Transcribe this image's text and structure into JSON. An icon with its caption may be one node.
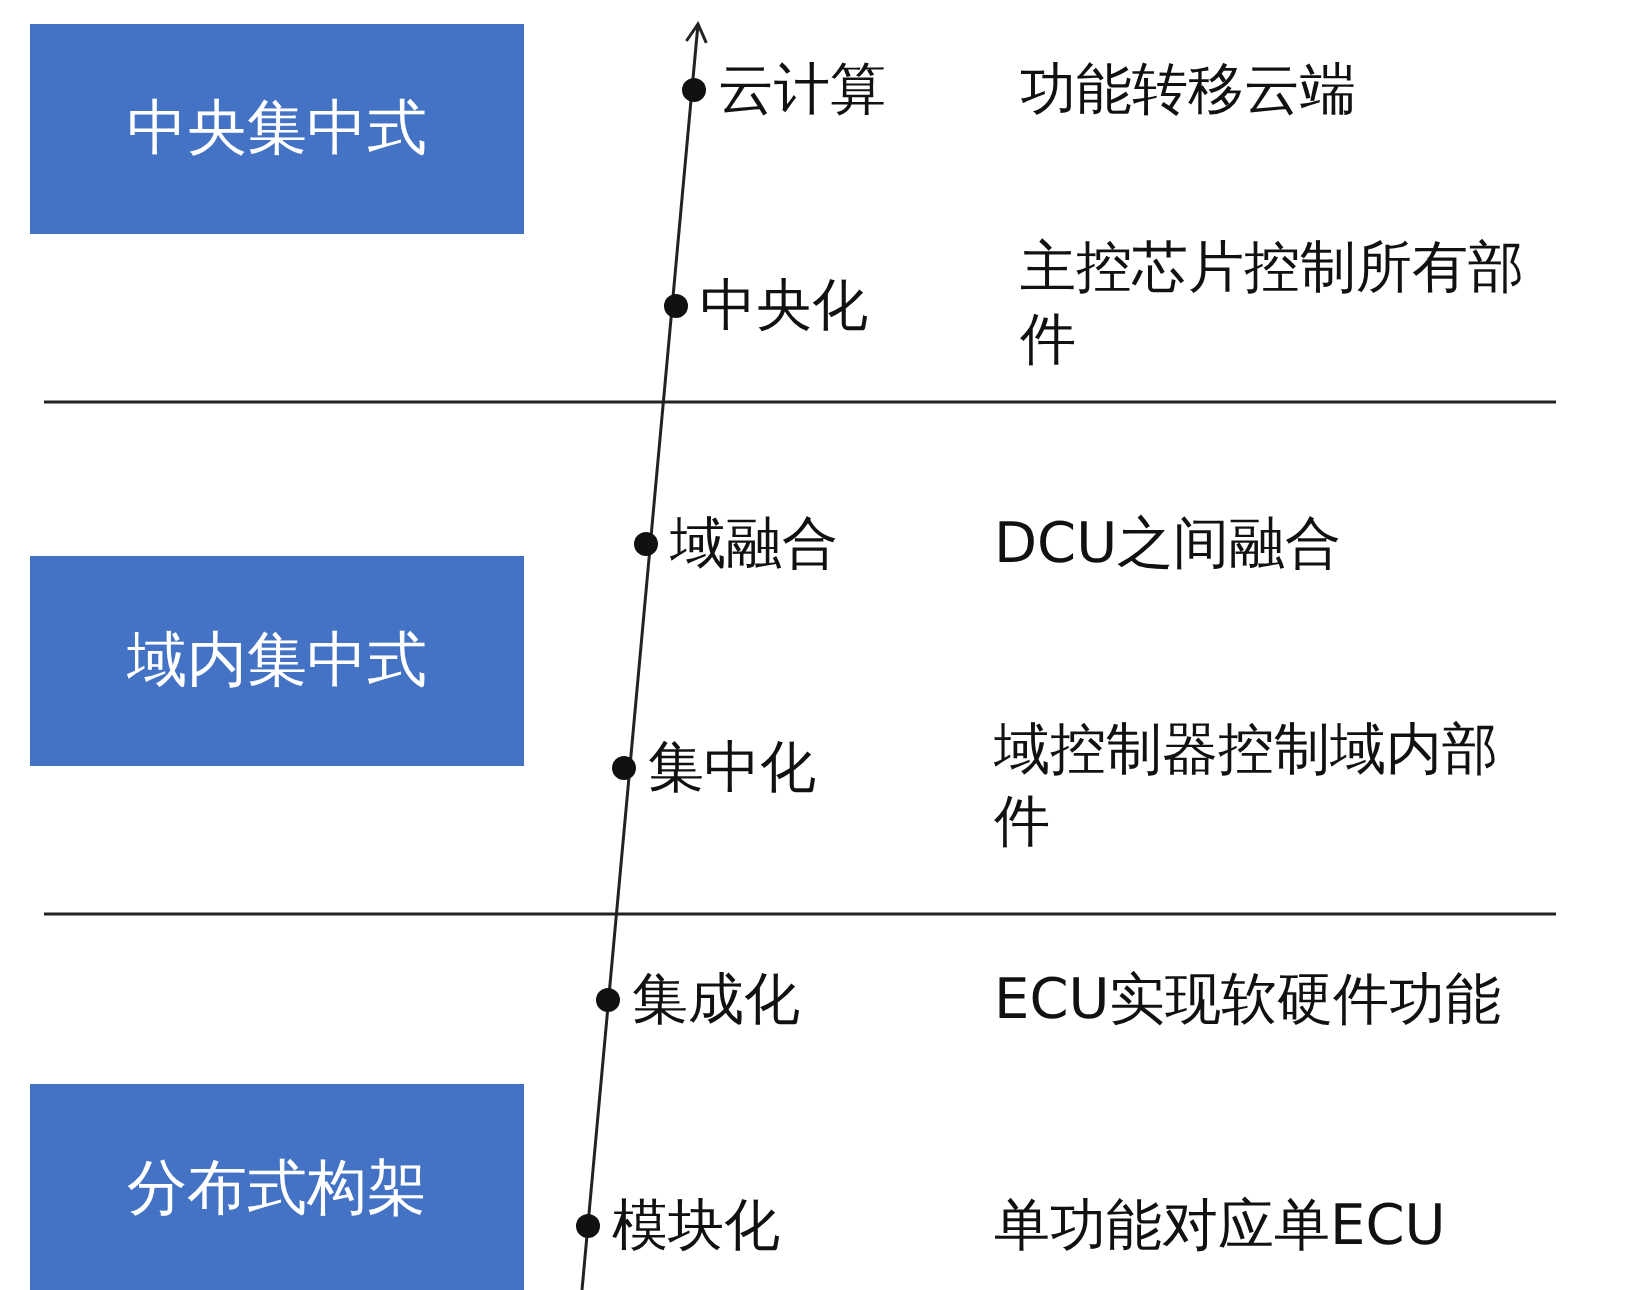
{
  "diagram": {
    "nodes": [
      {
        "text": [
          "中央集中式"
        ]
      },
      {
        "text": [
          "域内集中式"
        ]
      },
      {
        "text": [
          "分布式构架"
        ]
      }
    ],
    "labels": [
      "云计算",
      "功能转移云端",
      "中央化",
      "主控芯片控制所有部件",
      "域融合",
      "DCU之间融合",
      "集中化",
      "域控制器控制域内部件",
      "集成化",
      "ECU实现软硬件功能",
      "模块化",
      "单功能对应单ECU"
    ]
  }
}
